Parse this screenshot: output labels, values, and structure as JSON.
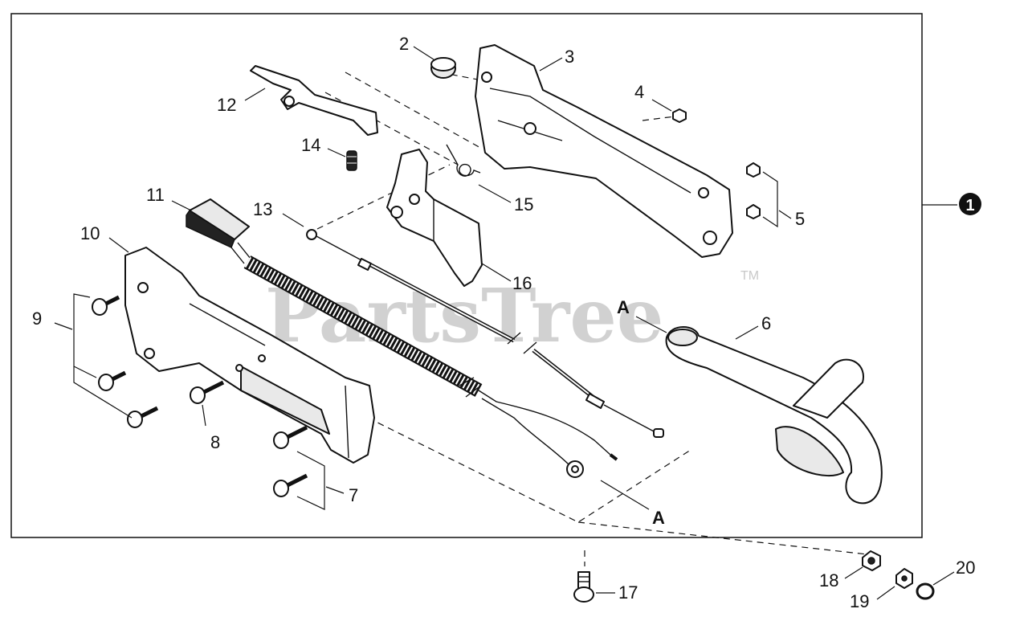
{
  "labels": {
    "p2": "2",
    "p3": "3",
    "p4": "4",
    "p5": "5",
    "p6": "6",
    "p7": "7",
    "p8": "8",
    "p9": "9",
    "p10": "10",
    "p11": "11",
    "p12": "12",
    "p13": "13",
    "p14": "14",
    "p15": "15",
    "p16": "16",
    "p17": "17",
    "p18": "18",
    "p19": "19",
    "p20": "20"
  },
  "assembly_callout": "1",
  "ref_marker_top": "A",
  "ref_marker_bottom": "A",
  "watermark": {
    "text": "PartsTree",
    "trademark": "TM"
  }
}
